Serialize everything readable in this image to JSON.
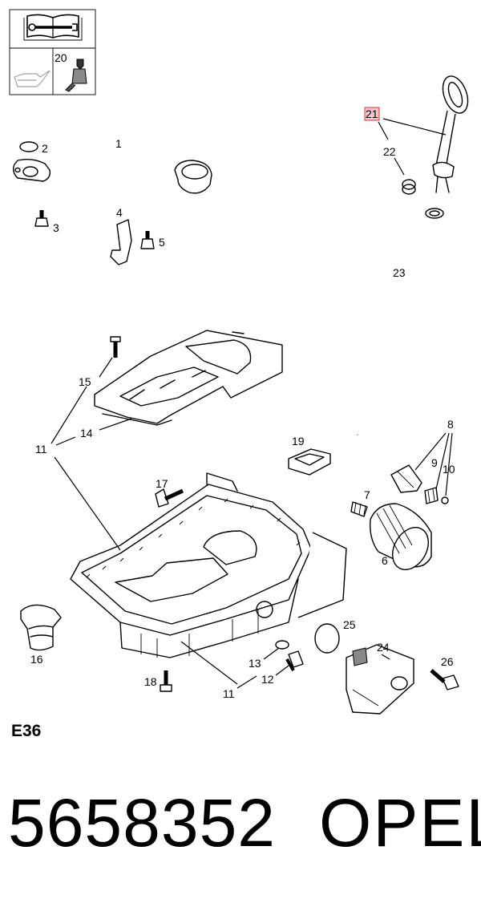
{
  "header_box": {
    "book_icon": "manual-book-wrench-icon",
    "oil_icon": "oil-can-icon",
    "sealant_label": "20",
    "sealant_icon": "sealant-tube-icon"
  },
  "callouts": {
    "c1": "1",
    "c2": "2",
    "c3": "3",
    "c4": "4",
    "c5": "5",
    "c6": "6",
    "c7": "7",
    "c8": "8",
    "c9": "9",
    "c10": "10",
    "c11a": "11",
    "c11b": "11",
    "c12": "12",
    "c13": "13",
    "c14": "14",
    "c15": "15",
    "c16": "16",
    "c17": "17",
    "c18": "18",
    "c19": "19",
    "c21": "21",
    "c22": "22",
    "c23": "23",
    "c24": "24",
    "c25": "25",
    "c26": "26"
  },
  "highlight": {
    "part": "21",
    "color": "#e0303a"
  },
  "section_code": "E36",
  "part_number": "5658352",
  "brand": "OPEL"
}
